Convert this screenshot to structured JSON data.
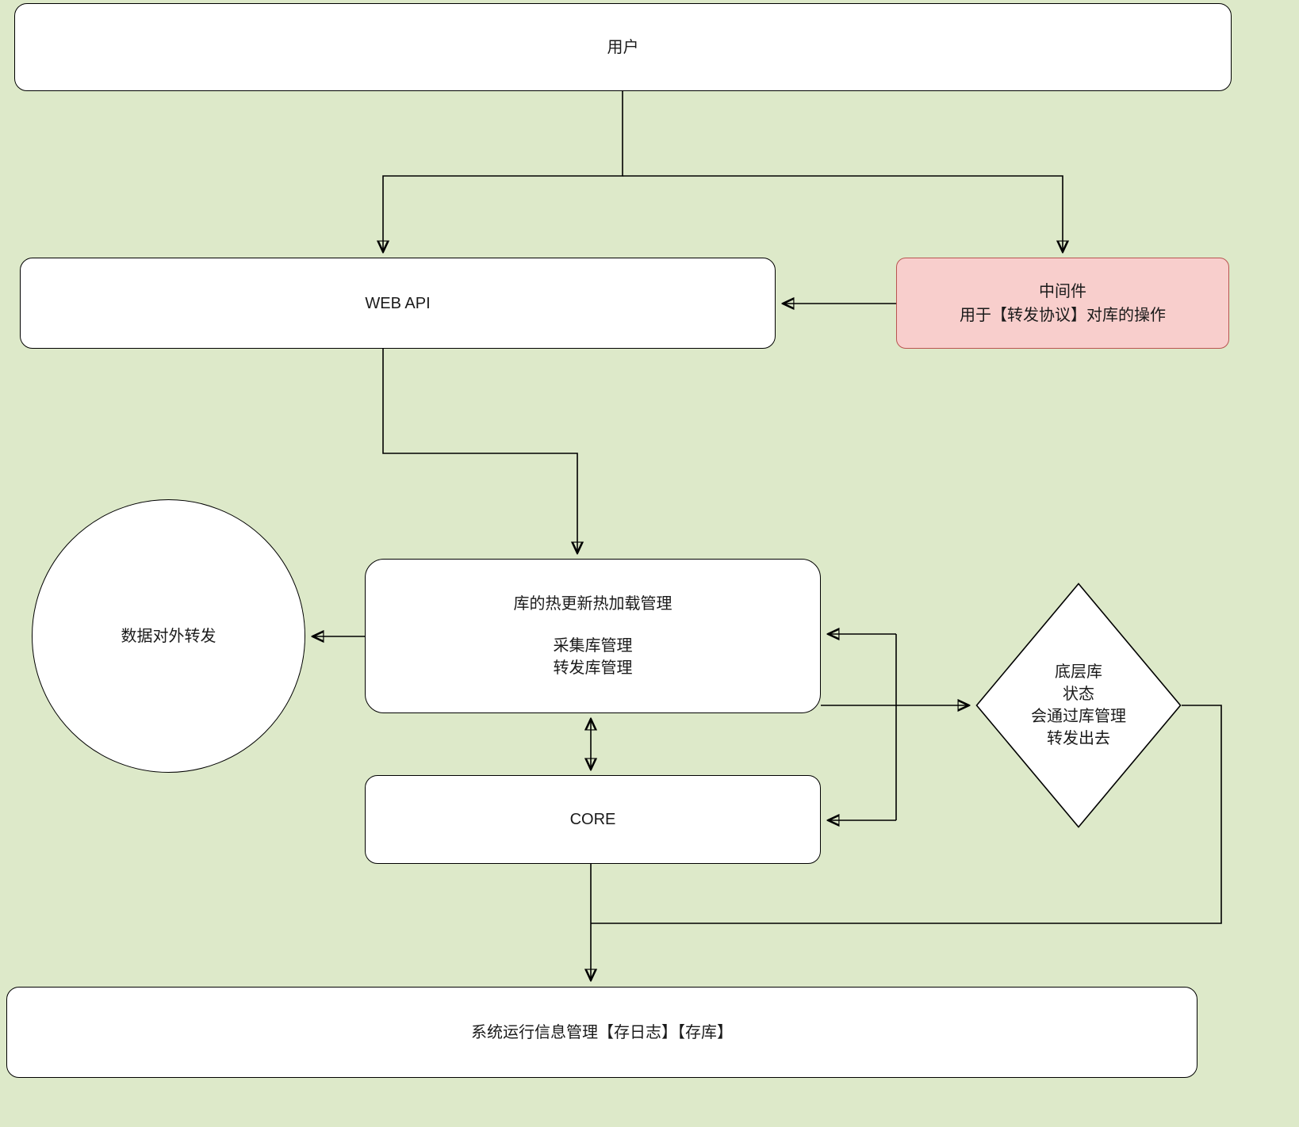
{
  "canvas": {
    "background": "#dde9c9",
    "node_fill": "#ffffff",
    "node_stroke": "#000000",
    "middleware_fill": "#f8cecc",
    "middleware_stroke": "#b85450"
  },
  "nodes": {
    "user": {
      "label": "用户"
    },
    "web_api": {
      "label": "WEB API"
    },
    "middleware": {
      "line1": "中间件",
      "line2": "用于【转发协议】对库的操作"
    },
    "data_forward": {
      "label": "数据对外转发"
    },
    "hot_reload": {
      "title": "库的热更新热加载管理",
      "line2": "采集库管理",
      "line3": "转发库管理"
    },
    "core": {
      "label": "CORE"
    },
    "underlying": {
      "line1": "底层库",
      "line2": "状态",
      "line3": "会通过库管理",
      "line4": "转发出去"
    },
    "system_info": {
      "label": "系统运行信息管理【存日志】【存库】"
    }
  }
}
